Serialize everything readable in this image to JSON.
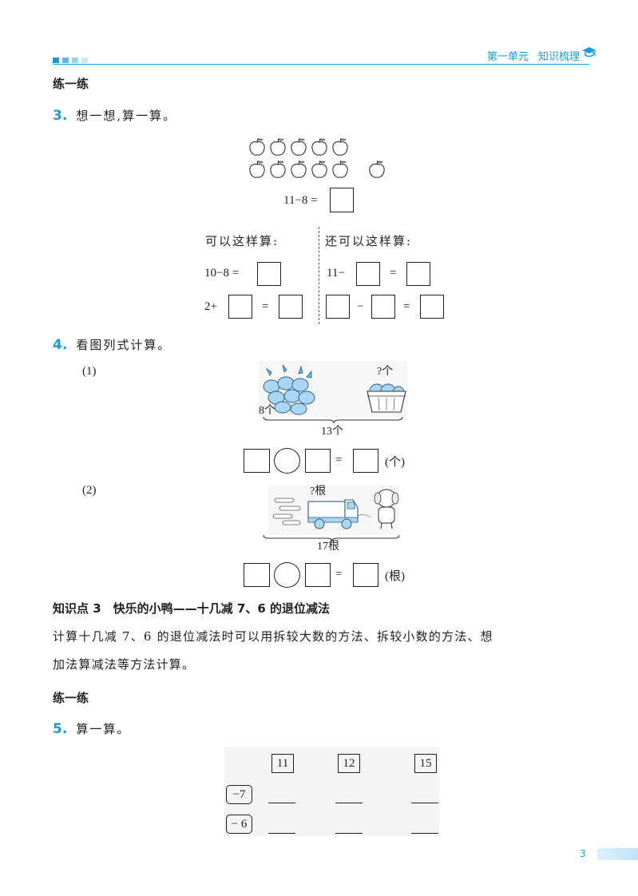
{
  "header": {
    "unit": "第一单元",
    "section": "知识梳理",
    "square_colors": [
      "#1a9ad6",
      "#5cb8e6",
      "#9ad3f0",
      "#c9e8f7"
    ]
  },
  "practice1": {
    "title": "练一练"
  },
  "q3": {
    "number": "3",
    "dot": ".",
    "text": "想一想,算一算。",
    "equation_main": "11−8 =",
    "left_title": "可以这样算:",
    "right_title": "还可以这样算:",
    "left_eq1": "10−8 =",
    "left_eq2_a": "2+",
    "left_eq2_b": "=",
    "right_eq1_a": "11−",
    "right_eq1_b": "=",
    "right_eq2_op": "−",
    "right_eq2_eq": "="
  },
  "q4": {
    "number": "4",
    "dot": ".",
    "text": "看图列式计算。",
    "p1": {
      "label": "(1)",
      "left_count": "8个",
      "right_question": "?个",
      "total": "13个",
      "eq": "=",
      "unit": "(个)"
    },
    "p2": {
      "label": "(2)",
      "question": "?根",
      "total": "17根",
      "eq": "=",
      "unit": "(根)"
    }
  },
  "knowledge": {
    "title": "知识点 3　快乐的小鸭——十几减 7、6 的退位减法",
    "line1": "计算十几减 7、6 的退位减法时可以用拆较大数的方法、拆较小数的方法、想",
    "line2": "加法算减法等方法计算。"
  },
  "practice2": {
    "title": "练一练"
  },
  "q5": {
    "number": "5",
    "dot": ".",
    "text": "算一算。",
    "headers": [
      "11",
      "12",
      "15"
    ],
    "ops": [
      "−7",
      "− 6"
    ]
  },
  "page_number": "3"
}
